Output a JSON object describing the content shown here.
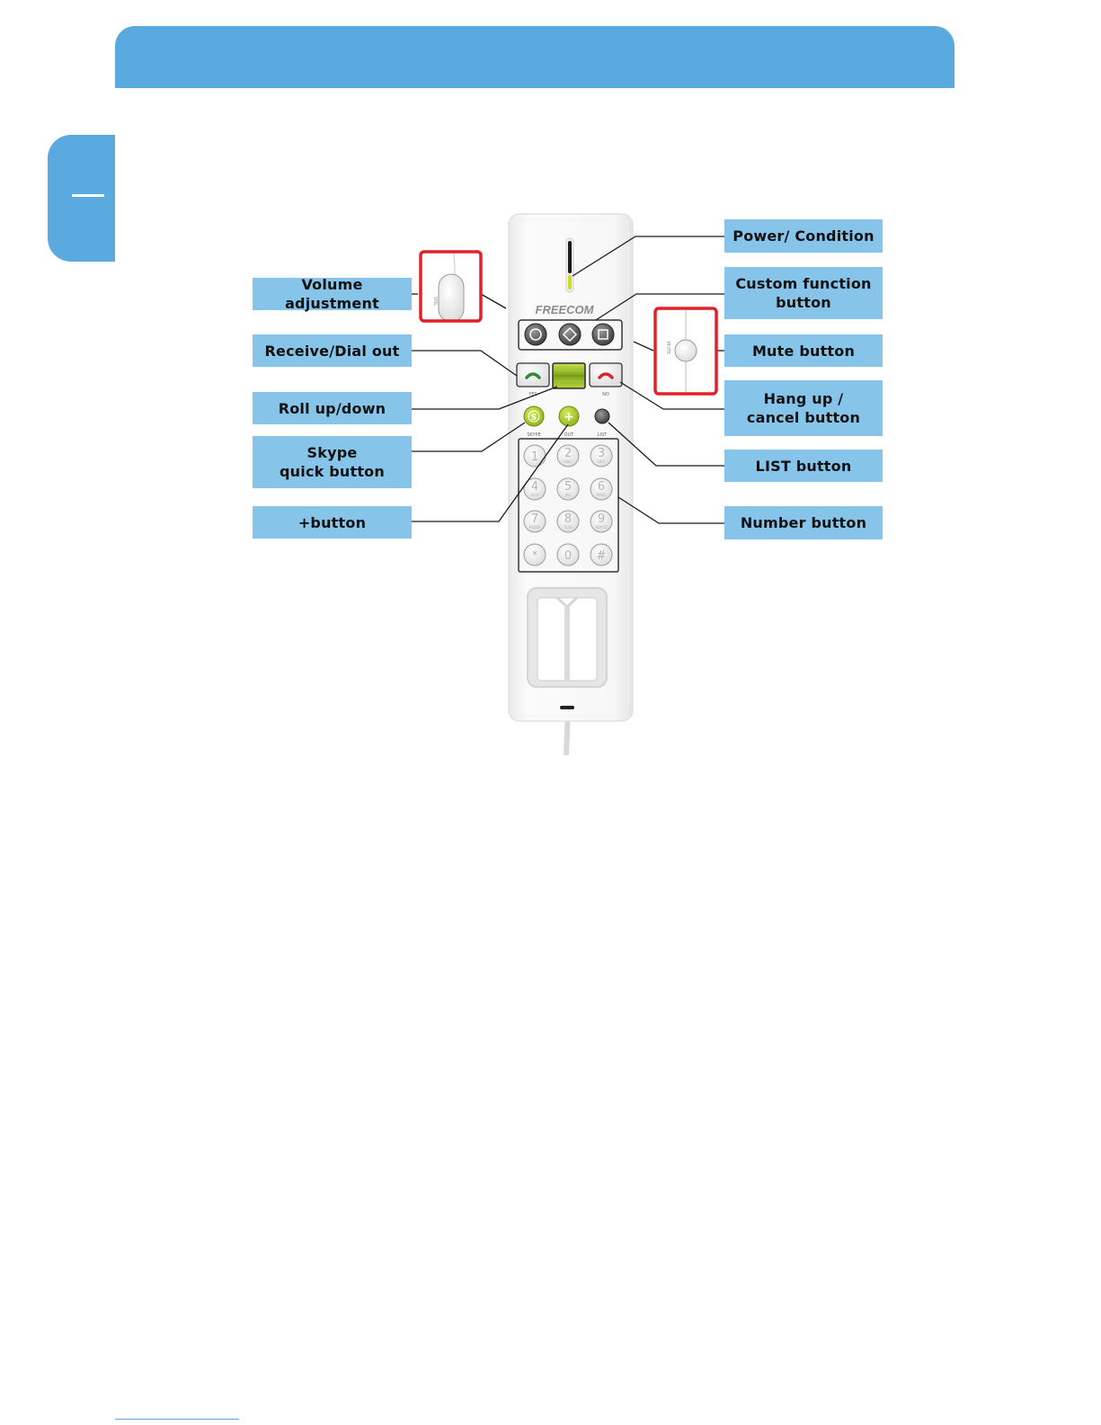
{
  "device": {
    "brand": "FREECOM",
    "yes_label": "YES",
    "no_label": "NO",
    "skype_label": "SKYPE",
    "out_label": "OUT",
    "list_label": "LIST",
    "vol_label": "VOL",
    "mute_label": "MUTE",
    "plus_glyph": "+",
    "skype_glyph": "S",
    "keys": [
      {
        "digit": "1",
        "letters": ""
      },
      {
        "digit": "2",
        "letters": "ABC"
      },
      {
        "digit": "3",
        "letters": "DEF"
      },
      {
        "digit": "4",
        "letters": "GHI"
      },
      {
        "digit": "5",
        "letters": "JKL"
      },
      {
        "digit": "6",
        "letters": "MNO"
      },
      {
        "digit": "7",
        "letters": "PQRS"
      },
      {
        "digit": "8",
        "letters": "TUV"
      },
      {
        "digit": "9",
        "letters": "WXYZ"
      },
      {
        "digit": "*",
        "letters": ""
      },
      {
        "digit": "0",
        "letters": ""
      },
      {
        "digit": "#",
        "letters": ""
      }
    ]
  },
  "callouts": {
    "volume_adjustment": "Volume adjustment",
    "receive_dial_out": "Receive/Dial out",
    "roll_up_down": "Roll up/down",
    "skype_quick_button": "Skype\nquick button",
    "plus_button": "+button",
    "power_condition": "Power/ Condition",
    "custom_function_button": "Custom function\nbutton",
    "mute_button": "Mute button",
    "hang_up_cancel": "Hang up /\ncancel button",
    "list_button": "LIST button",
    "number_button": "Number button"
  },
  "colors": {
    "accent_blue": "#5aa9df",
    "label_blue": "#86c4e9",
    "highlight_red": "#e0202a",
    "lime": "#9fc52a",
    "green_handset": "#2e8b3a",
    "red_handset": "#d9262b"
  }
}
